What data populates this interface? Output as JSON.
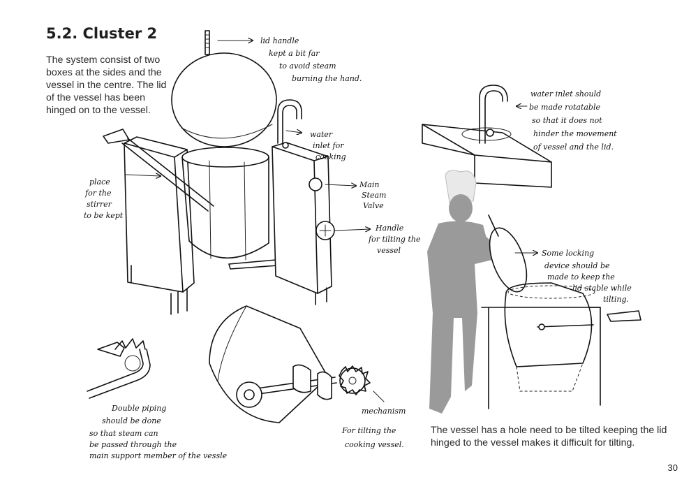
{
  "section": {
    "title": "5.2.  Cluster 2",
    "intro": "The system consist of two boxes at the sides and the vessel in the centre. The lid of the vessel has been hinged on to the vessel."
  },
  "annotations": {
    "lid_handle": [
      "lid handle",
      "kept a bit far",
      "to avoid steam",
      "burning the hand."
    ],
    "water_inlet": [
      "water",
      "inlet for",
      "cooking"
    ],
    "stirrer": [
      "place",
      "for the",
      "stirrer",
      "to be kept"
    ],
    "main_valve": [
      "Main",
      "Steam",
      "Valve"
    ],
    "tilt_handle": [
      "Handle",
      "for tilting the",
      "vessel"
    ],
    "rotatable_inlet": [
      "water inlet should",
      "be made rotatable",
      "so that it does not",
      "hinder the movement",
      "of vessel and the lid."
    ],
    "locking": [
      "Some locking",
      "device should be",
      "made to keep the",
      "lid stable while",
      "tilting."
    ],
    "double_piping": [
      "Double piping",
      "should be done",
      "so that steam can",
      "be passed through the",
      "main support member of the vessle"
    ],
    "mechanism": [
      "mechanism"
    ],
    "tilting_mech": [
      "For tilting the",
      "cooking vessel."
    ]
  },
  "caption": "The vessel has a hole need to be tilted keeping the lid hinged to the vessel makes it difficult for tilting.",
  "page_number": "30"
}
